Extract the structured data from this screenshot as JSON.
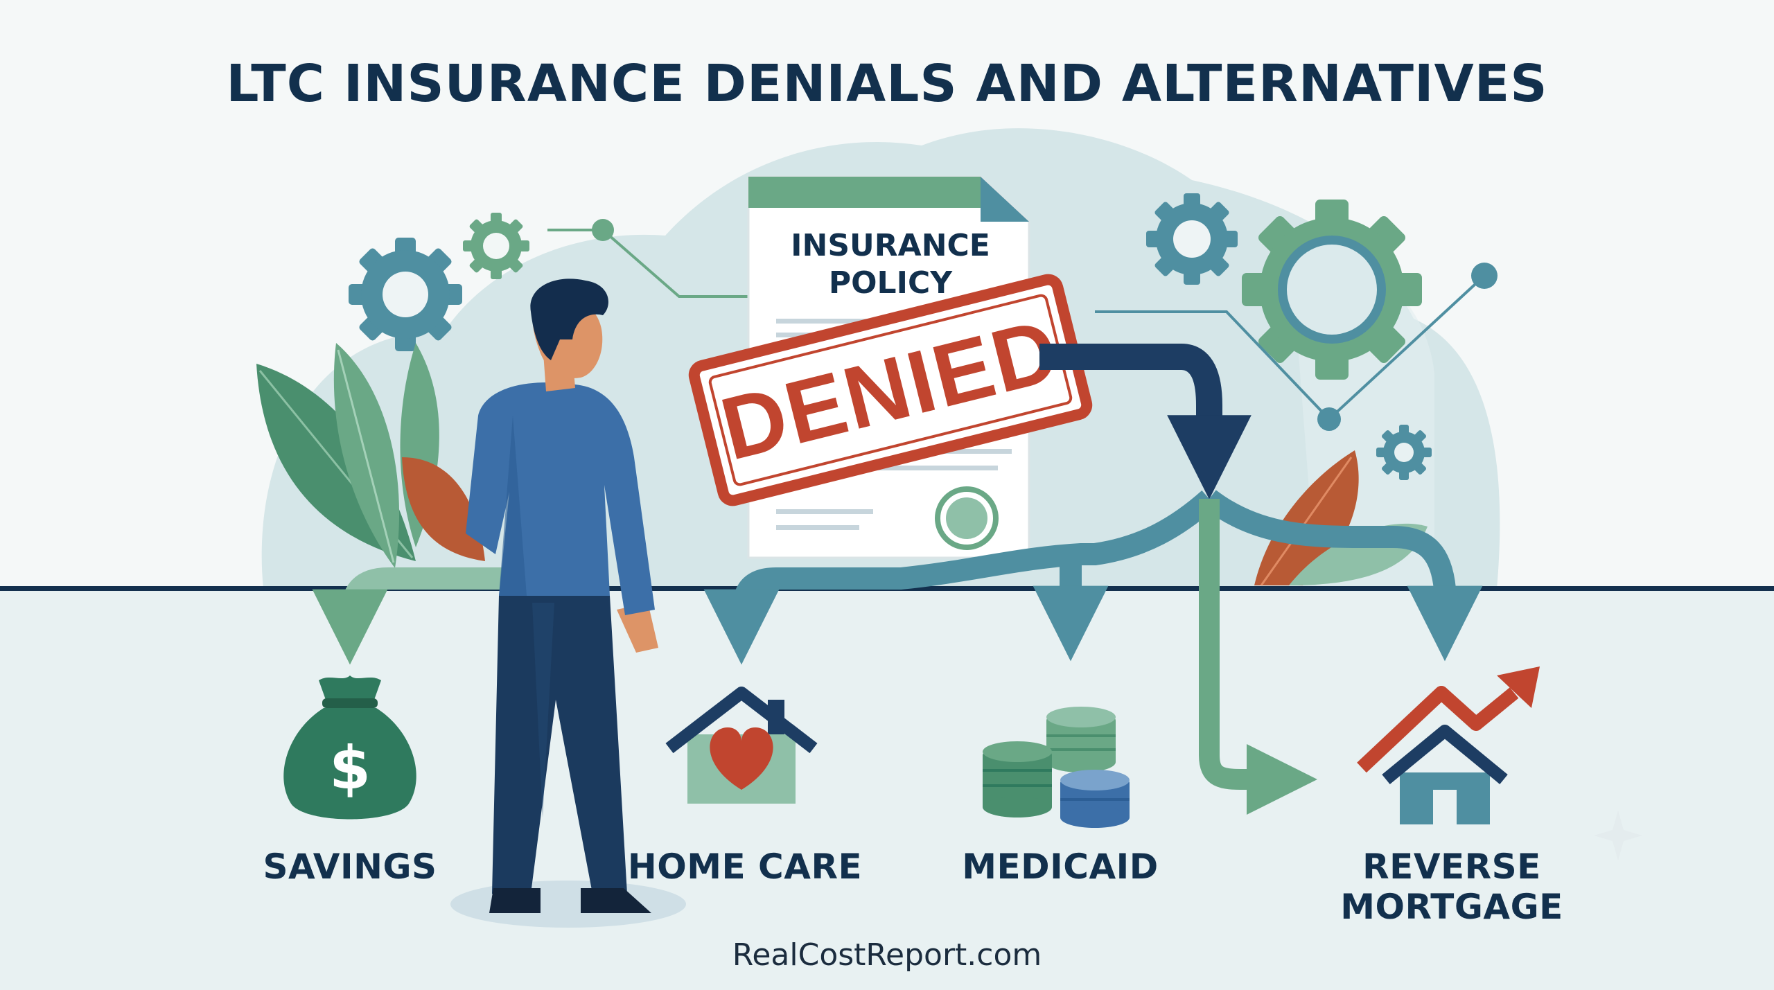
{
  "title": "LTC INSURANCE DENIALS AND ALTERNATIVES",
  "document": {
    "title_line1": "INSURANCE",
    "title_line2": "POLICY",
    "stamp": "DENIED"
  },
  "alternatives": [
    {
      "label": "SAVINGS",
      "icon": "money-bag-icon"
    },
    {
      "label": "HOME CARE",
      "icon": "house-heart-icon"
    },
    {
      "label": "MEDICAID",
      "icon": "coin-stacks-icon"
    },
    {
      "label_line1": "REVERSE",
      "label_line2": "MORTGAGE",
      "icon": "house-rising-arrow-icon"
    }
  ],
  "footer": "RealCostReport.com",
  "colors": {
    "navy": "#1d3d63",
    "blue": "#3c6fa8",
    "green": "#6aa886",
    "teal": "#4f8fa1",
    "rust": "#b85a35",
    "stamp_red": "#c1452f"
  }
}
